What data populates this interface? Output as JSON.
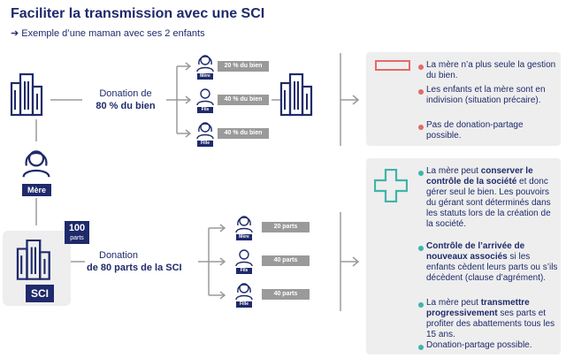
{
  "title": "Faciliter la transmission avec une SCI",
  "subtitle": "Exemple d’une maman avec ses 2 enfants",
  "colors": {
    "navy": "#1f2a6b",
    "grey": "#9a9a9a",
    "red": "#e26a6a",
    "teal": "#3fb4a9",
    "panel": "#eeeeee"
  },
  "top_flow": {
    "donation_line1": "Donation de",
    "donation_line2": "80 % du bien",
    "recipients": [
      {
        "role": "Mère",
        "share": "20 % du bien"
      },
      {
        "role": "Fils",
        "share": "40 % du bien"
      },
      {
        "role": "Fille",
        "share": "40 % du bien"
      }
    ]
  },
  "mother": {
    "label": "Mère"
  },
  "sci": {
    "label": "SCI",
    "parts_number": "100",
    "parts_unit": "parts",
    "donation_line1": "Donation",
    "donation_line2": "de 80 parts de la SCI",
    "recipients": [
      {
        "role": "Mère",
        "share": "20 parts"
      },
      {
        "role": "Fils",
        "share": "40 parts"
      },
      {
        "role": "Fille",
        "share": "40 parts"
      }
    ]
  },
  "panel_direct": {
    "icon": "minus-icon",
    "items": [
      "La mère n’a plus seule la gestion du bien.",
      "Les enfants et la mère sont en indivision (situation précaire).",
      "Pas de donation-partage possible."
    ]
  },
  "panel_sci": {
    "icon": "plus-icon",
    "items": [
      {
        "prefix": "La mère peut ",
        "bold": "conserver le contrôle de la société",
        "suffix": " et donc gérer seul le bien. Les pouvoirs du gérant sont déterminés dans les statuts lors de la création de la société."
      },
      {
        "prefix": "",
        "bold": "Contrôle de l’arrivée de nouveaux associés",
        "suffix": " si les enfants cèdent leurs parts ou s’ils décèdent (clause d’agrément)."
      },
      {
        "prefix": "La mère peut ",
        "bold": "transmettre progressivement",
        "suffix": " ses parts et profiter des abattements tous les 15 ans."
      },
      {
        "prefix": "",
        "bold": "",
        "suffix": "Donation-partage possible."
      }
    ]
  }
}
